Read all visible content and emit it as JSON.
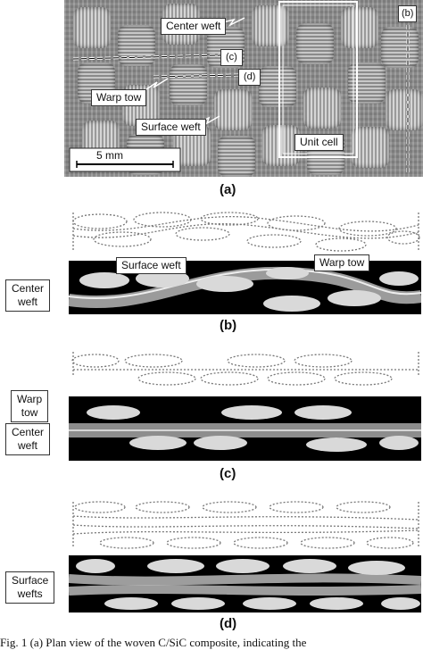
{
  "panel_a": {
    "letter": "(a)",
    "labels": {
      "center_weft": "Center weft",
      "c": "(c)",
      "d": "(d)",
      "b": "(b)",
      "warp_tow": "Warp tow",
      "surface_weft": "Surface weft",
      "unit_cell": "Unit cell"
    },
    "scale_bar": "5 mm"
  },
  "panel_b": {
    "letter": "(b)",
    "labels": {
      "surface_weft": "Surface weft",
      "warp_tow": "Warp tow",
      "center_weft_line1": "Center",
      "center_weft_line2": "weft"
    }
  },
  "panel_c": {
    "letter": "(c)",
    "labels": {
      "warp_line1": "Warp",
      "warp_line2": "tow",
      "center_line1": "Center",
      "center_line2": "weft"
    }
  },
  "panel_d": {
    "letter": "(d)",
    "labels": {
      "surface_line1": "Surface",
      "surface_line2": "wefts"
    }
  },
  "caption": "Fig. 1   (a) Plan view of the woven C/SiC composite, indicating the"
}
